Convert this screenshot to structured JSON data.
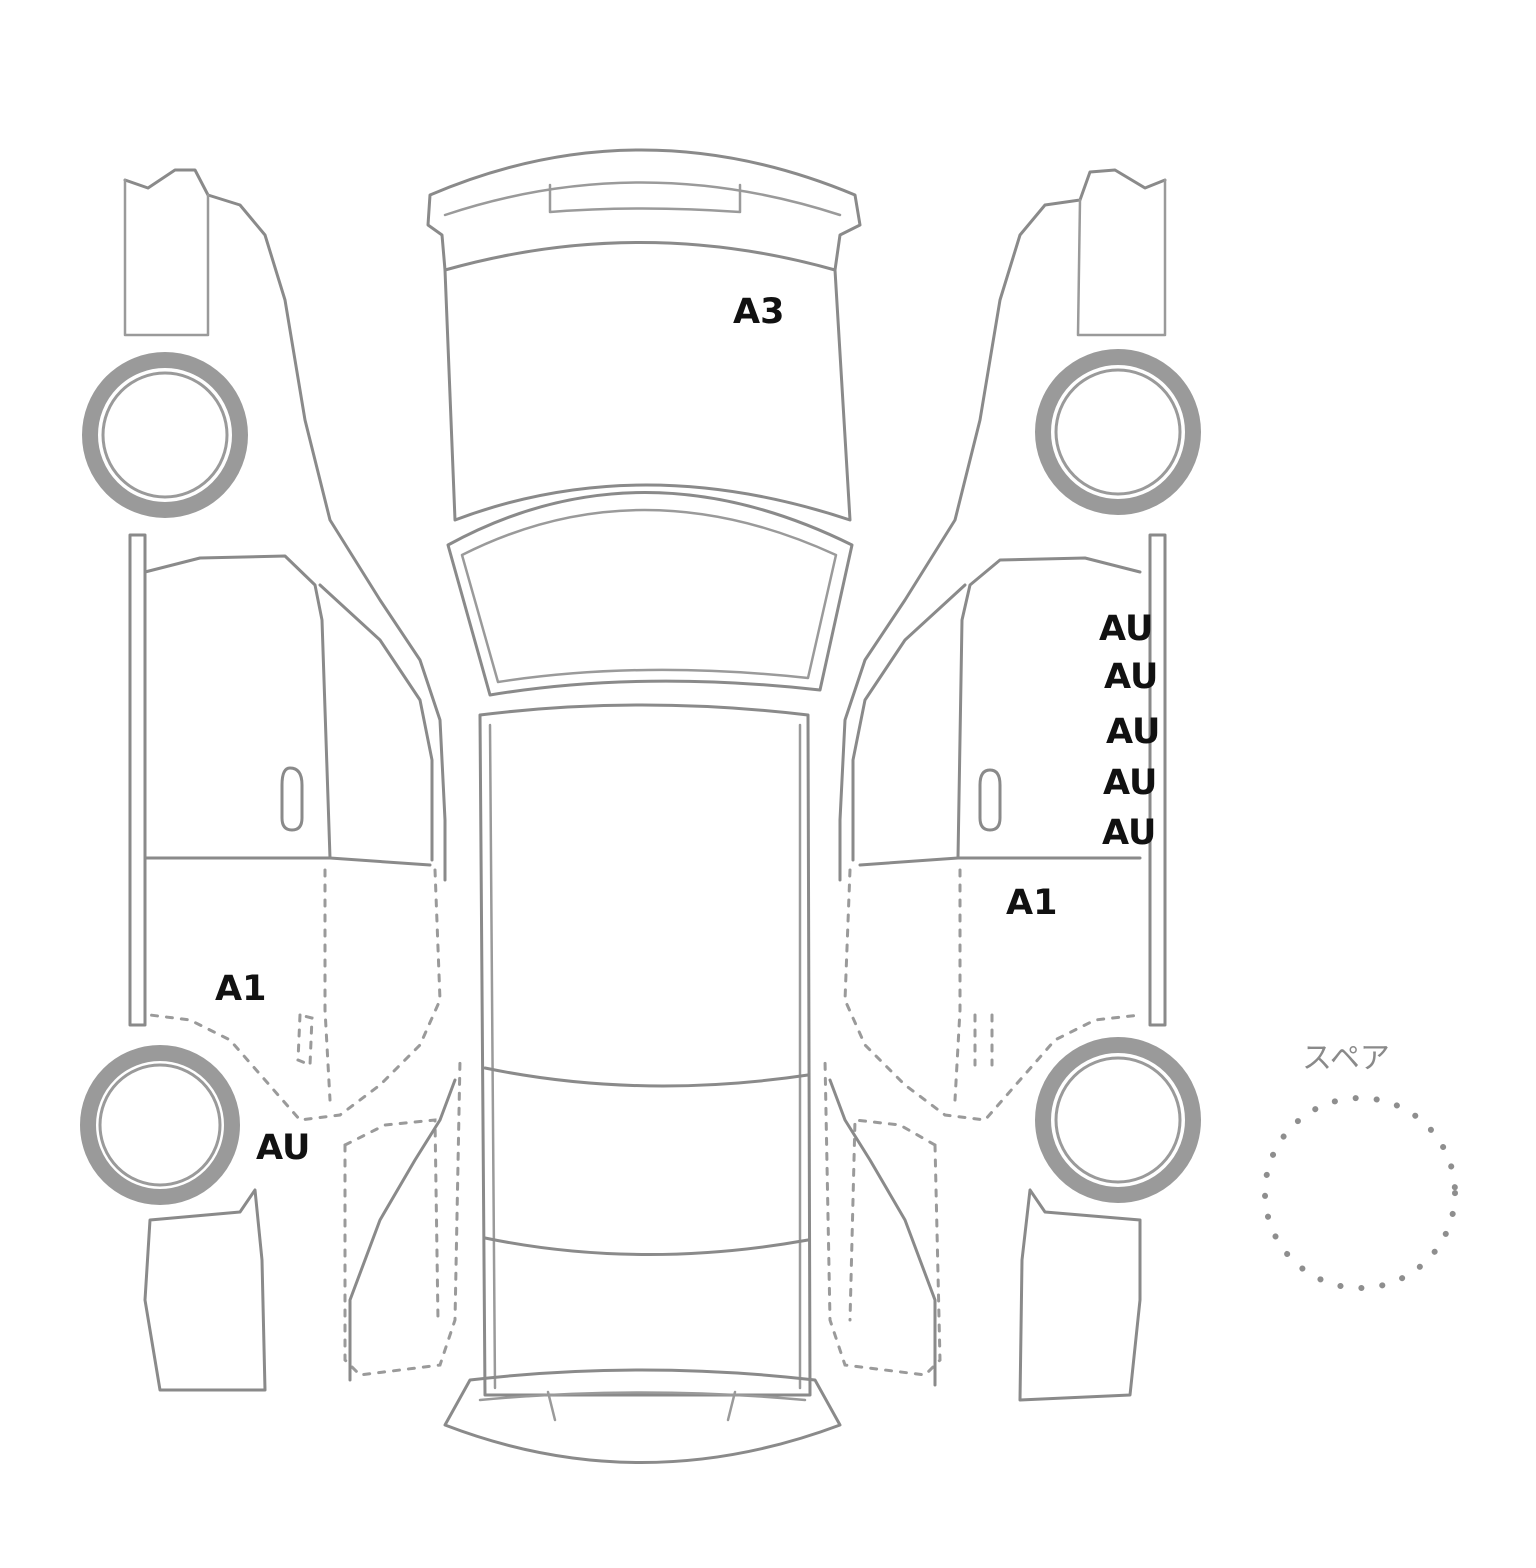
{
  "spare": {
    "label": "スペア"
  },
  "marks": [
    {
      "id": "roof",
      "code": "A3"
    },
    {
      "id": "right-upper-1",
      "code": "AU"
    },
    {
      "id": "right-upper-2",
      "code": "AU"
    },
    {
      "id": "right-upper-3",
      "code": "AU"
    },
    {
      "id": "right-upper-4",
      "code": "AU"
    },
    {
      "id": "right-upper-5",
      "code": "AU"
    },
    {
      "id": "right-door",
      "code": "A1"
    },
    {
      "id": "left-door",
      "code": "A1"
    },
    {
      "id": "left-rear-fender",
      "code": "AU"
    }
  ]
}
